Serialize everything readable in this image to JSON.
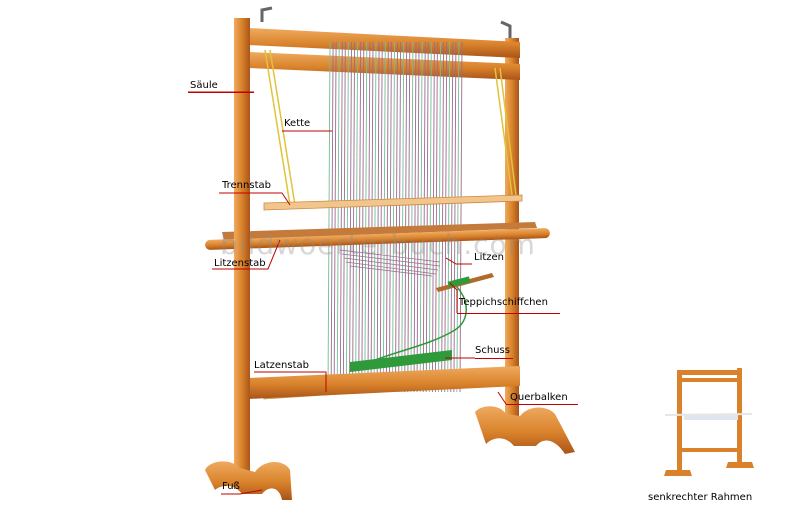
{
  "labels": {
    "saeule": "Säule",
    "kette": "Kette",
    "trennstab": "Trennstab",
    "litzenstab": "Litzenstab",
    "litzen": "Litzen",
    "teppichschiffchen": "Teppichschiffchen",
    "schuss": "Schuss",
    "latzenstab": "Latzenstab",
    "querbalken": "Querbalken",
    "fuss": "Fuß"
  },
  "watermark": "bildwoerterbuch.com",
  "caption": "senkrechter Rahmen",
  "colors": {
    "wood": "#d9822b",
    "wood_dark": "#a9541a",
    "wood_light": "#efaa5e",
    "leader": "#c00000",
    "warp_green": "#6fbf8f",
    "warp_purple": "#9b6a8e",
    "weft_green": "#2e9a3a"
  }
}
